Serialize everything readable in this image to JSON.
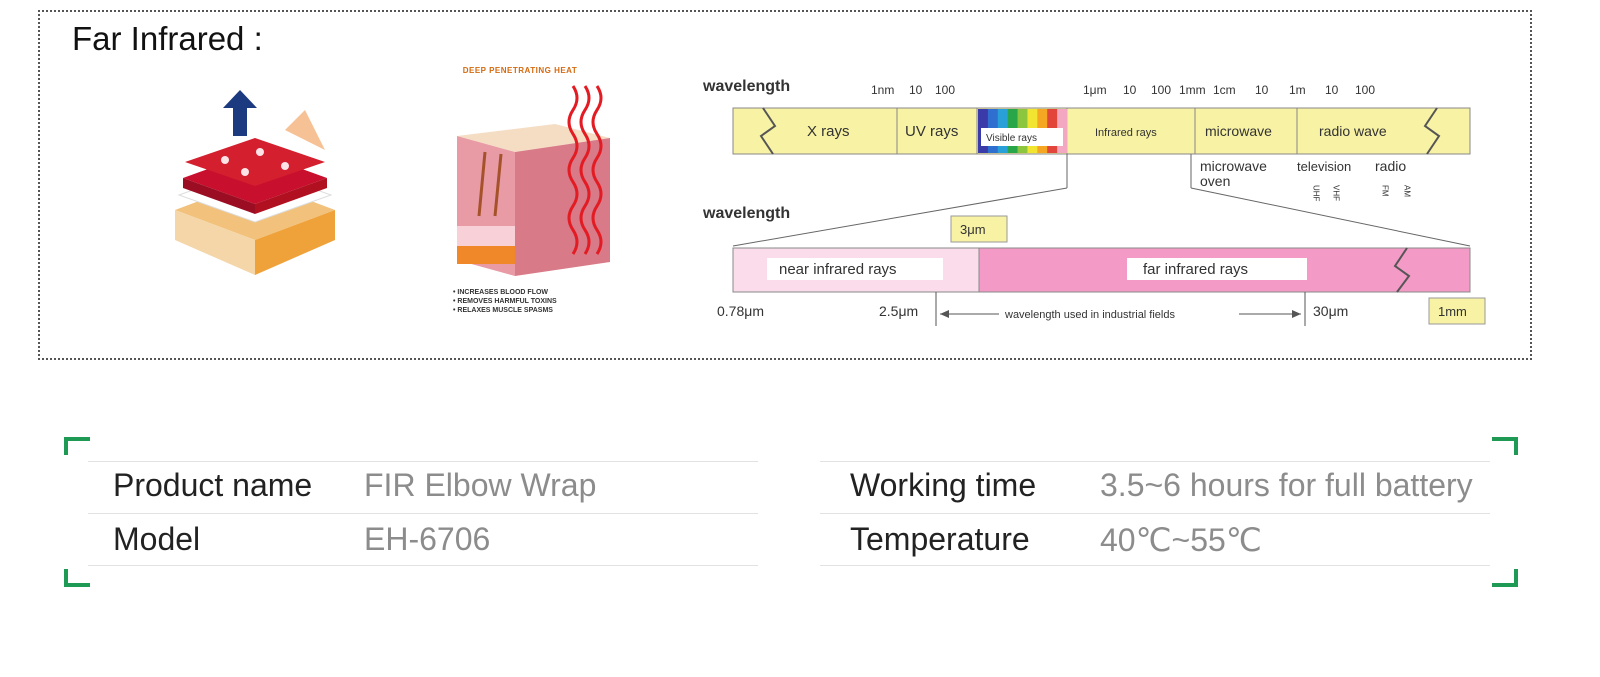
{
  "fir": {
    "title": "Far Infrared :",
    "skin_title": "DEEP PENETRATING HEAT",
    "skin_bullets": [
      "Increases blood flow",
      "Removes harmful toxins",
      "Relaxes muscle spasms"
    ]
  },
  "spectrum": {
    "label_top": "wavelength",
    "label_bottom": "wavelength",
    "top_ticks": [
      "1nm",
      "10",
      "100",
      "1μm",
      "10",
      "100",
      "1mm",
      "1cm",
      "10",
      "1m",
      "10",
      "100"
    ],
    "bands": [
      "X rays",
      "UV rays",
      "Visible rays",
      "Infrared rays",
      "microwave",
      "radio wave"
    ],
    "uses": [
      "microwave",
      "oven",
      "television",
      "radio"
    ],
    "uses_sub": [
      "UHF",
      "VHF",
      "FM",
      "AM"
    ],
    "callout": "3μm",
    "near_label": "near infrared rays",
    "far_label": "far infrared rays",
    "bottom_ticks": [
      "0.78μm",
      "2.5μm",
      "30μm",
      "1mm"
    ],
    "industrial": "wavelength used in industrial fields",
    "visible_colors": [
      "#3a3aa8",
      "#2f6fd0",
      "#2aa0d8",
      "#29a64a",
      "#8cc63f",
      "#f2e531",
      "#f5a623",
      "#e2463a",
      "#f4a7c0"
    ]
  },
  "specs": {
    "left": [
      {
        "label": "Product name",
        "value": "FIR Elbow Wrap"
      },
      {
        "label": "Model",
        "value": "EH-6706"
      }
    ],
    "right": [
      {
        "label": "Working time",
        "value": "3.5~6 hours for full battery"
      },
      {
        "label": "Temperature",
        "value": "40℃~55℃"
      }
    ],
    "accent_color": "#1f9a54"
  }
}
